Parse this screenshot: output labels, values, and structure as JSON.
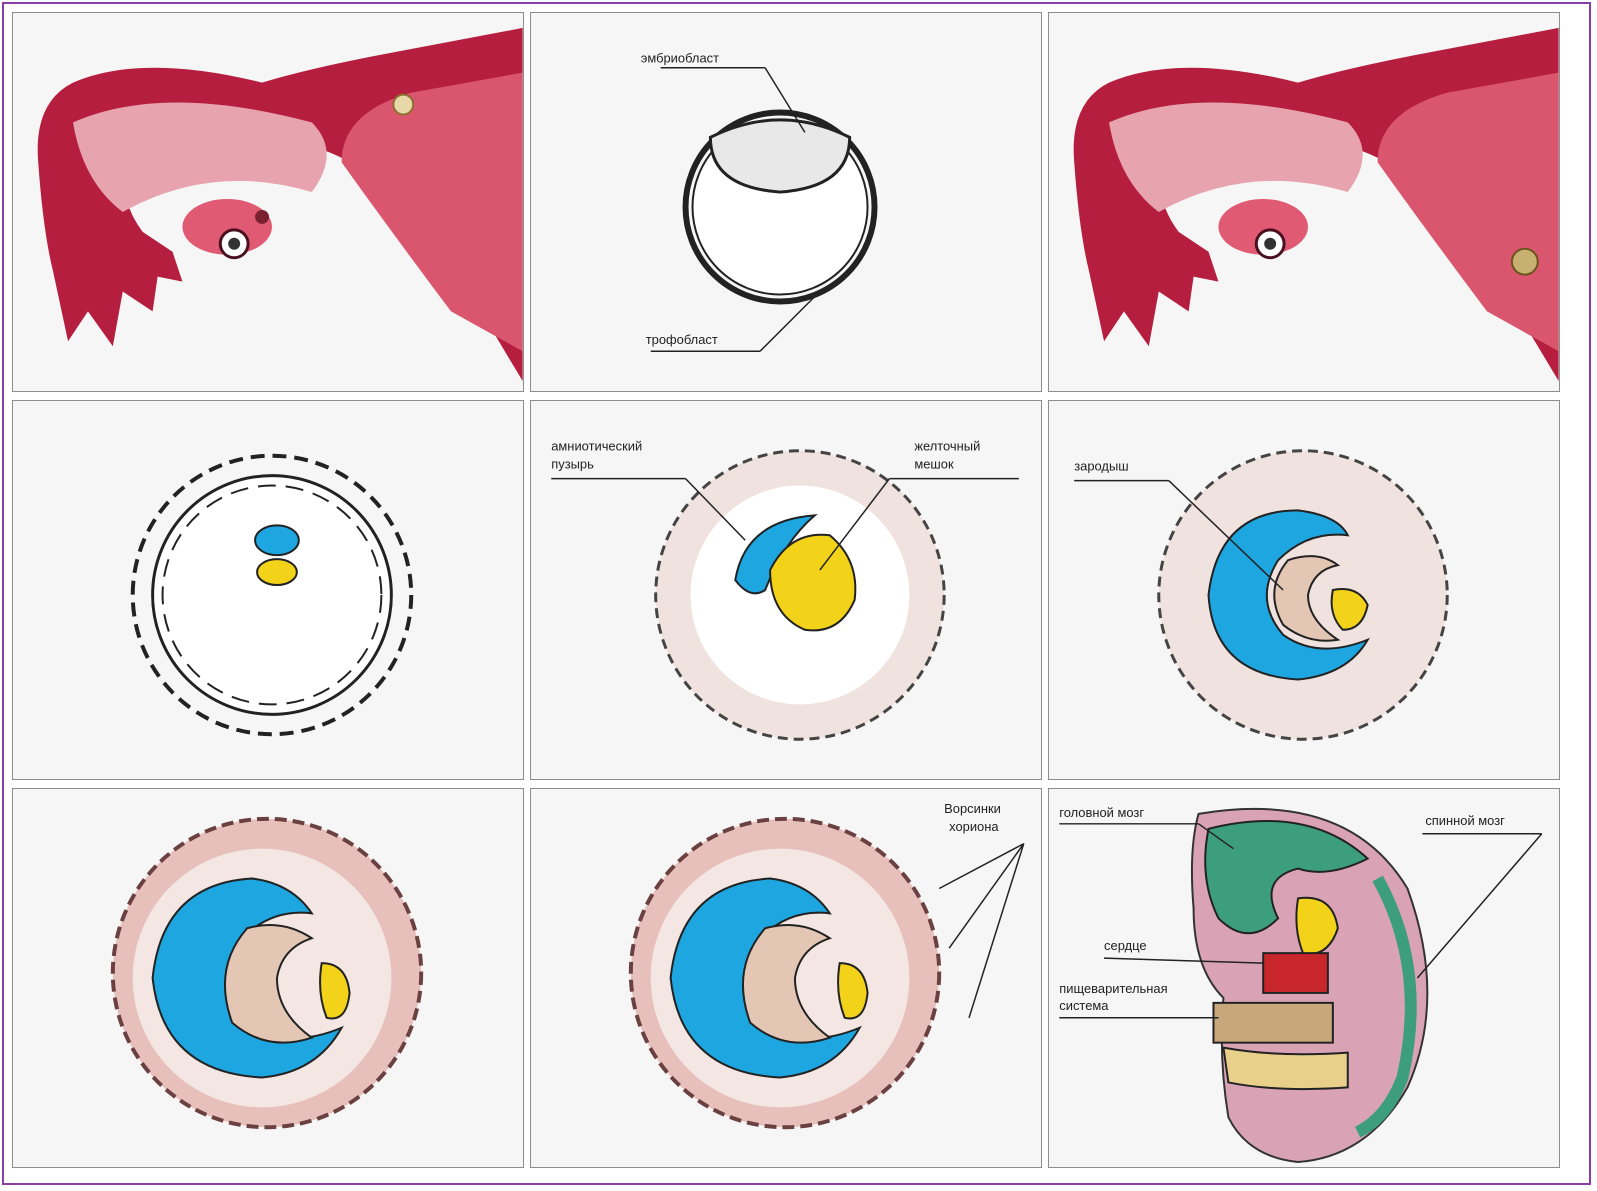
{
  "figure": {
    "border_color": "#8a3fa8",
    "panels": [
      {
        "id": "p1",
        "labels": []
      },
      {
        "id": "p2",
        "labels": [
          "эмбриобласт",
          "трофобласт"
        ]
      },
      {
        "id": "p3",
        "labels": []
      },
      {
        "id": "p4",
        "labels": []
      },
      {
        "id": "p5",
        "labels": [
          "амниотический",
          "пузырь",
          "желточный",
          "мешок"
        ]
      },
      {
        "id": "p6",
        "labels": [
          "зародыш"
        ]
      },
      {
        "id": "p7",
        "labels": []
      },
      {
        "id": "p8",
        "labels": [
          "Ворсинки",
          "хориона"
        ]
      },
      {
        "id": "p9",
        "labels": [
          "головной мозг",
          "спинной мозг",
          "сердце",
          "пищеварительная",
          "система"
        ]
      }
    ]
  },
  "colors": {
    "uterus": "#b51e3e",
    "uterus_light": "#d9566e",
    "amnion_blue": "#1ea6e0",
    "yolk_yellow": "#f3d21a",
    "embryo_pink": "#e4c6b5",
    "chorion_pink": "#d9a3a0",
    "brain_green": "#3d9e7e",
    "panel_bg": "#f6f6f6"
  }
}
